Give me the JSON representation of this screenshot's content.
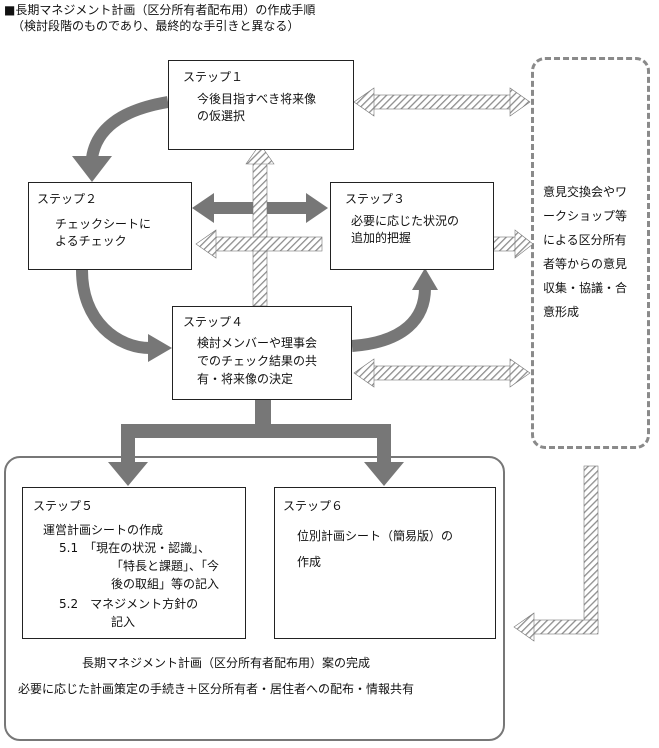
{
  "header": {
    "title": "■長期マネジメント計画（区分所有者配布用）の作成手順",
    "subtitle": "（検討段階のものであり、最終的な手引きと異なる）"
  },
  "steps": {
    "s1": {
      "title": "ステップ１",
      "lines": [
        "今後目指すべき将来像",
        "の仮選択"
      ]
    },
    "s2": {
      "title": "ステップ２",
      "lines": [
        "チェックシートに",
        "よるチェック"
      ]
    },
    "s3": {
      "title": "ステップ３",
      "lines": [
        "必要に応じた状況の",
        "追加的把握"
      ]
    },
    "s4": {
      "title": "ステップ４",
      "lines": [
        "検討メンバーや理事会",
        "でのチェック結果の共",
        "有・将来像の決定"
      ]
    },
    "s5": {
      "title": "ステップ５",
      "lines": [
        "運営計画シートの作成",
        "5.1　「現在の状況・認識」、",
        "「特長と課題」、「今",
        "後の取組」等の記入",
        "5.2　マネジメント方針の",
        "記入"
      ]
    },
    "s6": {
      "title": "ステップ６",
      "lines": [
        "位別計画シート（簡易版）の",
        "作成"
      ]
    }
  },
  "side": {
    "lines": [
      "意見交換会やワ",
      "ークショップ等",
      "による区分所有",
      "者等からの意見",
      "収集・協議・合",
      "意形成"
    ]
  },
  "outcome": {
    "line1": "長期マネジメント計画（区分所有者配布用）案の完成",
    "line2": "必要に応じた計画策定の手続き＋区分所有者・居住者への配布・情報共有"
  },
  "colors": {
    "arrow_solid": "#7a7a7a",
    "box_border": "#222222",
    "dashed_border": "#888888",
    "hatched": "#9a9a9a"
  }
}
